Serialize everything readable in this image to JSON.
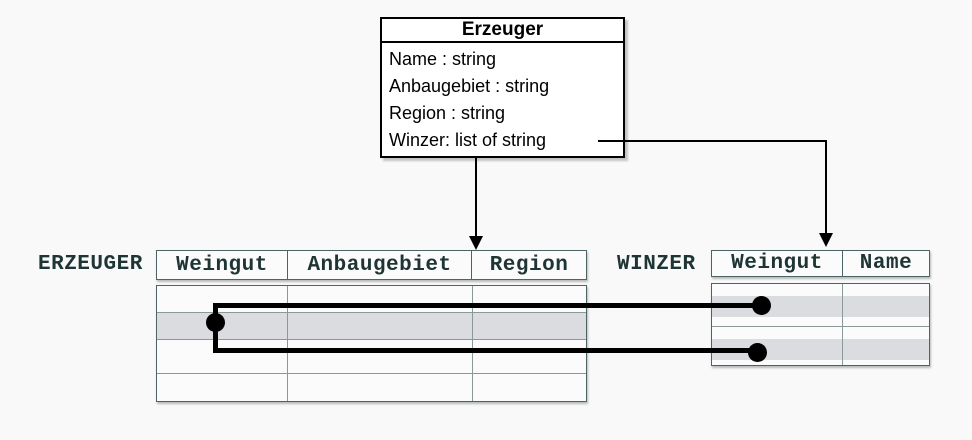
{
  "diagram": {
    "class_box": {
      "title": "Erzeuger",
      "attributes": [
        "Name : string",
        "Anbaugebiet : string",
        "Region : string",
        "Winzer: list of string"
      ]
    },
    "tables": {
      "erzeuger": {
        "label": "ERZEUGER",
        "columns": [
          "Weingut",
          "Anbaugebiet",
          "Region"
        ]
      },
      "winzer": {
        "label": "WINZER",
        "columns": [
          "Weingut",
          "Name"
        ]
      }
    },
    "colors": {
      "background": "#f9f9f9",
      "class_box_border": "#000000",
      "table_border": "#4e6363",
      "table_text": "#1f3535",
      "row_shade": "#dbdce0",
      "connector": "#000000"
    }
  }
}
